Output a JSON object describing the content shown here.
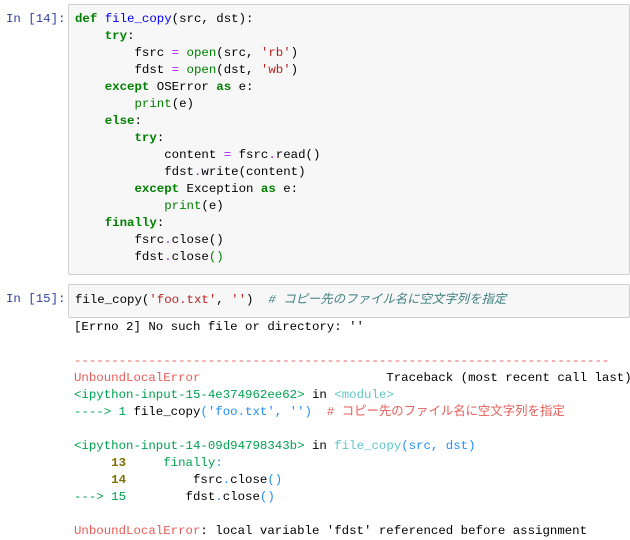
{
  "cells": [
    {
      "prompt": "In [14]:",
      "code": [
        [
          [
            "k",
            "def"
          ],
          [
            "p",
            " "
          ],
          [
            "nf",
            "file_copy"
          ],
          [
            "p",
            "(src, dst):"
          ]
        ],
        [
          [
            "p",
            "    "
          ],
          [
            "k",
            "try"
          ],
          [
            "p",
            ":"
          ]
        ],
        [
          [
            "p",
            "        fsrc "
          ],
          [
            "o",
            "="
          ],
          [
            "p",
            " "
          ],
          [
            "nb",
            "open"
          ],
          [
            "p",
            "(src, "
          ],
          [
            "s",
            "'rb'"
          ],
          [
            "p",
            ")"
          ]
        ],
        [
          [
            "p",
            "        fdst "
          ],
          [
            "o",
            "="
          ],
          [
            "p",
            " "
          ],
          [
            "nb",
            "open"
          ],
          [
            "p",
            "(dst, "
          ],
          [
            "s",
            "'wb'"
          ],
          [
            "p",
            ")"
          ]
        ],
        [
          [
            "p",
            "    "
          ],
          [
            "k",
            "except"
          ],
          [
            "p",
            " OSError "
          ],
          [
            "k",
            "as"
          ],
          [
            "p",
            " e:"
          ]
        ],
        [
          [
            "p",
            "        "
          ],
          [
            "nb",
            "print"
          ],
          [
            "p",
            "(e)"
          ]
        ],
        [
          [
            "p",
            "    "
          ],
          [
            "k",
            "else"
          ],
          [
            "p",
            ":"
          ]
        ],
        [
          [
            "p",
            "        "
          ],
          [
            "k",
            "try"
          ],
          [
            "p",
            ":"
          ]
        ],
        [
          [
            "p",
            "            content "
          ],
          [
            "o",
            "="
          ],
          [
            "p",
            " fsrc"
          ],
          [
            "o",
            "."
          ],
          [
            "p",
            "read()"
          ]
        ],
        [
          [
            "p",
            "            fdst"
          ],
          [
            "o",
            "."
          ],
          [
            "p",
            "write(content)"
          ]
        ],
        [
          [
            "p",
            "        "
          ],
          [
            "k",
            "except"
          ],
          [
            "p",
            " Exception "
          ],
          [
            "k",
            "as"
          ],
          [
            "p",
            " e:"
          ]
        ],
        [
          [
            "p",
            "            "
          ],
          [
            "nb",
            "print"
          ],
          [
            "p",
            "(e)"
          ]
        ],
        [
          [
            "p",
            "    "
          ],
          [
            "k",
            "finally"
          ],
          [
            "p",
            ":"
          ]
        ],
        [
          [
            "p",
            "        fsrc"
          ],
          [
            "o",
            "."
          ],
          [
            "p",
            "close()"
          ]
        ],
        [
          [
            "p",
            "        fdst"
          ],
          [
            "o",
            "."
          ],
          [
            "p",
            "close"
          ],
          [
            "nb",
            "()"
          ]
        ]
      ]
    },
    {
      "prompt": "In [15]:",
      "code": [
        [
          [
            "p",
            "file_copy("
          ],
          [
            "s",
            "'foo.txt'"
          ],
          [
            "p",
            ", "
          ],
          [
            "s",
            "''"
          ],
          [
            "p",
            ")  "
          ],
          [
            "c",
            "# コピー先のファイル名に空文字列を指定"
          ]
        ]
      ],
      "output": [
        [
          [
            "p",
            "[Errno 2] No such file or directory: ''"
          ]
        ],
        [
          [
            "p",
            ""
          ]
        ],
        [
          [
            "er",
            "------------------------------------------------------------------------"
          ]
        ],
        [
          [
            "er",
            "UnboundLocalError"
          ],
          [
            "p",
            "                         Traceback (most recent call last)"
          ]
        ],
        [
          [
            "gr",
            "<ipython-input-15-4e374962ee62>"
          ],
          [
            "p",
            " in "
          ],
          [
            "cy",
            "<module>"
          ]
        ],
        [
          [
            "gr",
            "----> 1"
          ],
          [
            "p",
            " file_copy"
          ],
          [
            "bl",
            "('foo.txt', '')"
          ],
          [
            "p",
            "  "
          ],
          [
            "er",
            "# コピー先のファイル名に空文字列を指定"
          ]
        ],
        [
          [
            "p",
            ""
          ]
        ],
        [
          [
            "gr",
            "<ipython-input-14-09d94798343b>"
          ],
          [
            "p",
            " in "
          ],
          [
            "cy",
            "file_copy"
          ],
          [
            "bl",
            "(src, dst)"
          ]
        ],
        [
          [
            "ln",
            "     13"
          ],
          [
            "p",
            "     "
          ],
          [
            "gr",
            "finally"
          ],
          [
            "bl",
            ":"
          ]
        ],
        [
          [
            "ln",
            "     14"
          ],
          [
            "p",
            "         fsrc"
          ],
          [
            "bl",
            "."
          ],
          [
            "p",
            "close"
          ],
          [
            "bl",
            "()"
          ]
        ],
        [
          [
            "gr",
            "---> 15"
          ],
          [
            "p",
            "        fdst"
          ],
          [
            "bl",
            "."
          ],
          [
            "p",
            "close"
          ],
          [
            "bl",
            "()"
          ]
        ],
        [
          [
            "p",
            ""
          ]
        ],
        [
          [
            "er",
            "UnboundLocalError"
          ],
          [
            "p",
            ": local variable 'fdst' referenced before assignment"
          ]
        ]
      ]
    }
  ]
}
